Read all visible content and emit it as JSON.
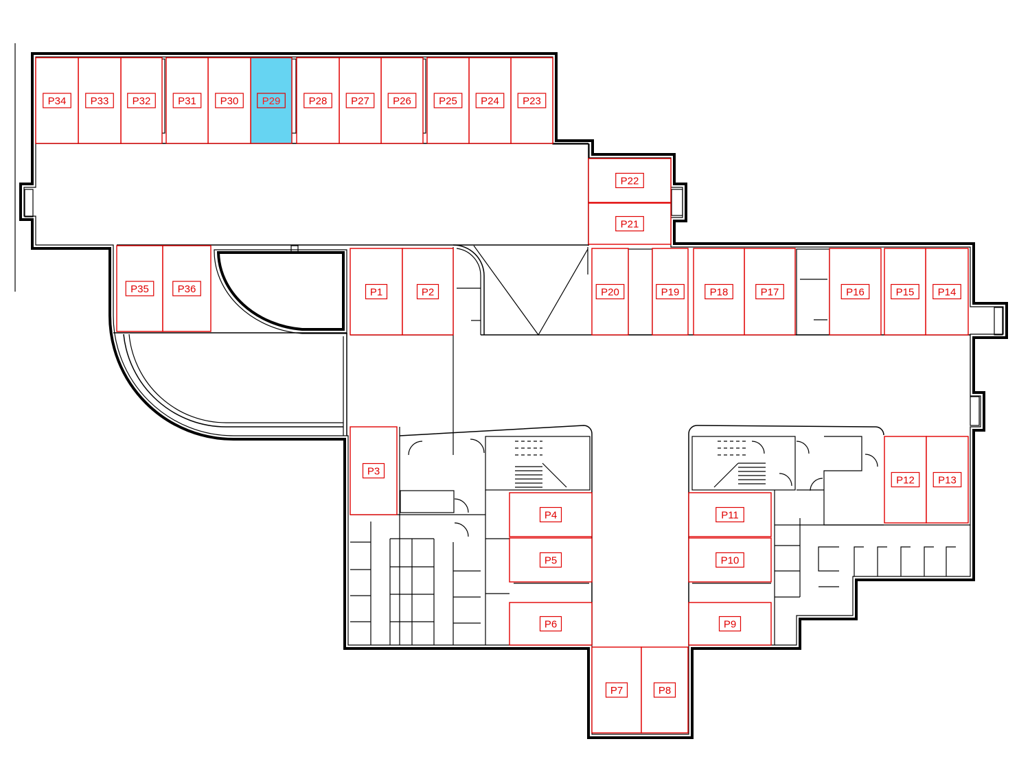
{
  "legend": {
    "reserved_color": "#66d4f2",
    "free_color": "#ffffff",
    "outline_color": "#e00000"
  },
  "parking_spaces": [
    {
      "id": "P1",
      "label": "P1",
      "status": "free"
    },
    {
      "id": "P2",
      "label": "P2",
      "status": "free"
    },
    {
      "id": "P3",
      "label": "P3",
      "status": "free"
    },
    {
      "id": "P4",
      "label": "P4",
      "status": "free"
    },
    {
      "id": "P5",
      "label": "P5",
      "status": "free"
    },
    {
      "id": "P6",
      "label": "P6",
      "status": "free"
    },
    {
      "id": "P7",
      "label": "P7",
      "status": "free"
    },
    {
      "id": "P8",
      "label": "P8",
      "status": "free"
    },
    {
      "id": "P9",
      "label": "P9",
      "status": "free"
    },
    {
      "id": "P10",
      "label": "P10",
      "status": "free"
    },
    {
      "id": "P11",
      "label": "P11",
      "status": "free"
    },
    {
      "id": "P12",
      "label": "P12",
      "status": "free"
    },
    {
      "id": "P13",
      "label": "P13",
      "status": "free"
    },
    {
      "id": "P14",
      "label": "P14",
      "status": "free"
    },
    {
      "id": "P15",
      "label": "P15",
      "status": "free"
    },
    {
      "id": "P16",
      "label": "P16",
      "status": "free"
    },
    {
      "id": "P17",
      "label": "P17",
      "status": "free"
    },
    {
      "id": "P18",
      "label": "P18",
      "status": "free"
    },
    {
      "id": "P19",
      "label": "P19",
      "status": "free"
    },
    {
      "id": "P20",
      "label": "P20",
      "status": "free"
    },
    {
      "id": "P21",
      "label": "P21",
      "status": "free"
    },
    {
      "id": "P22",
      "label": "P22",
      "status": "free"
    },
    {
      "id": "P23",
      "label": "P23",
      "status": "free"
    },
    {
      "id": "P24",
      "label": "P24",
      "status": "free"
    },
    {
      "id": "P25",
      "label": "P25",
      "status": "free"
    },
    {
      "id": "P26",
      "label": "P26",
      "status": "free"
    },
    {
      "id": "P27",
      "label": "P27",
      "status": "free"
    },
    {
      "id": "P28",
      "label": "P28",
      "status": "free"
    },
    {
      "id": "P29",
      "label": "P29",
      "status": "reserved"
    },
    {
      "id": "P30",
      "label": "P30",
      "status": "free"
    },
    {
      "id": "P31",
      "label": "P31",
      "status": "free"
    },
    {
      "id": "P32",
      "label": "P32",
      "status": "free"
    },
    {
      "id": "P33",
      "label": "P33",
      "status": "free"
    },
    {
      "id": "P34",
      "label": "P34",
      "status": "free"
    },
    {
      "id": "P35",
      "label": "P35",
      "status": "free"
    },
    {
      "id": "P36",
      "label": "P36",
      "status": "free"
    }
  ]
}
